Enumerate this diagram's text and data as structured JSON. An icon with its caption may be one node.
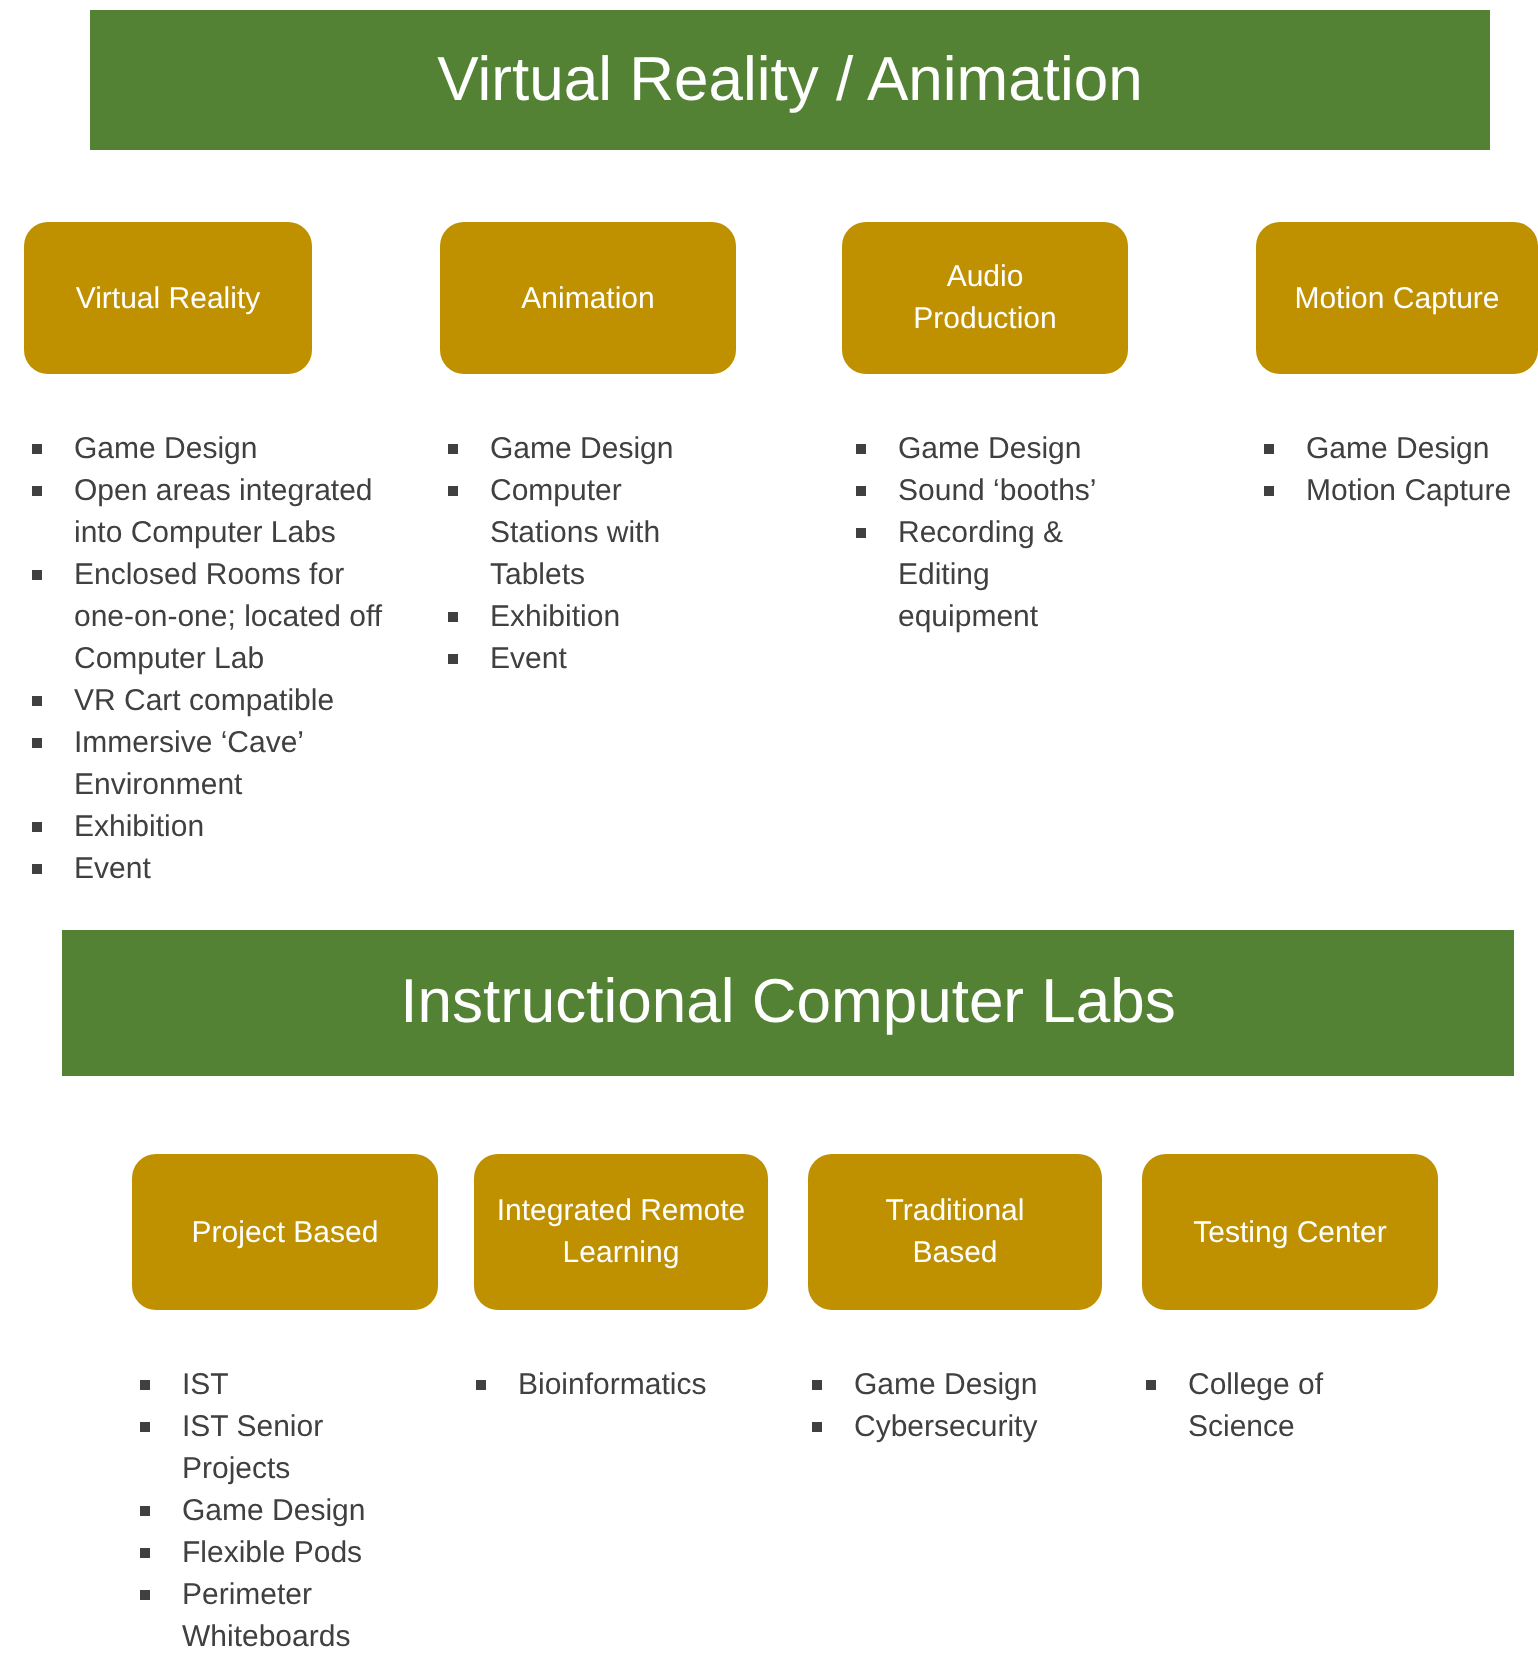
{
  "diagram": {
    "nodes": [
      {
        "text": [
          "Virtual Reality / Animation"
        ]
      },
      {
        "text": [
          "Virtual Reality"
        ],
        "beside": [
          "Game Design",
          "Open areas integrated into Computer Labs",
          "Enclosed Rooms for one-on-one; located off Computer Lab",
          "VR Cart compatible",
          "Immersive ‘Cave’ Environment",
          "Exhibition",
          "Event"
        ]
      },
      {
        "text": [
          "Animation"
        ],
        "beside": [
          "Game Design",
          "Computer Stations with Tablets",
          "Exhibition",
          "Event"
        ]
      },
      {
        "text": [
          "Audio Production"
        ],
        "beside": [
          "Game Design",
          "Sound ‘booths’",
          "Recording & Editing equipment"
        ]
      },
      {
        "text": [
          "Motion Capture"
        ],
        "beside": [
          "Game Design",
          "Motion Capture"
        ]
      },
      {
        "text": [
          "Instructional Computer Labs"
        ]
      },
      {
        "text": [
          "Project Based"
        ],
        "beside": [
          "IST",
          "IST Senior Projects",
          "Game Design",
          "Flexible Pods",
          "Perimeter Whiteboards"
        ]
      },
      {
        "text": [
          "Integrated Remote Learning"
        ],
        "beside": [
          "Bioinformatics"
        ]
      },
      {
        "text": [
          "Traditional Based"
        ],
        "beside": [
          "Game Design",
          "Cybersecurity"
        ]
      },
      {
        "text": [
          "Testing Center"
        ],
        "beside": [
          "College of Science"
        ]
      }
    ]
  }
}
